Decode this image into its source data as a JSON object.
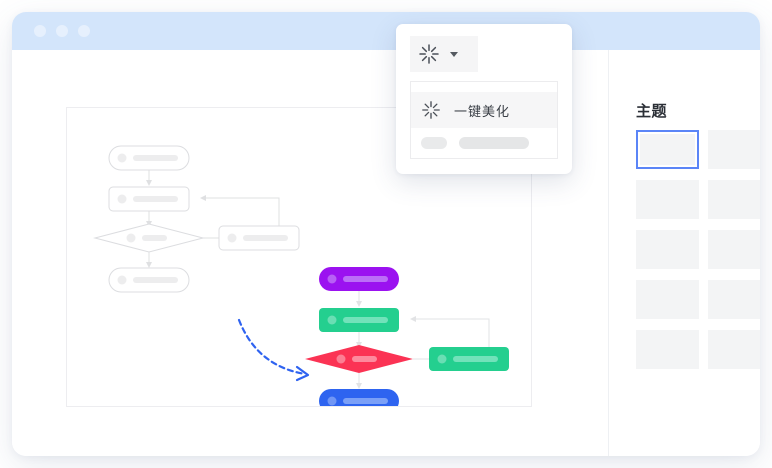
{
  "window": {
    "titlebar_color": "#d3e5fb",
    "traffic_lights": [
      "window-dot-1",
      "window-dot-2",
      "window-dot-3"
    ]
  },
  "float_panel": {
    "tool_button": {
      "icon": "sparkle-icon",
      "caret": "chevron-down-icon"
    },
    "dropdown": {
      "items": [
        {
          "icon": "sparkle-icon",
          "label": "一键美化",
          "selected": true
        }
      ],
      "ghost_rows": 1
    }
  },
  "right_panel": {
    "title": "主题",
    "themes": [
      {
        "id": "theme-1",
        "selected": true
      },
      {
        "id": "theme-2",
        "selected": false
      },
      {
        "id": "theme-3",
        "selected": false
      },
      {
        "id": "theme-4",
        "selected": false
      },
      {
        "id": "theme-5",
        "selected": false
      },
      {
        "id": "theme-6",
        "selected": false
      },
      {
        "id": "theme-7",
        "selected": false
      },
      {
        "id": "theme-8",
        "selected": false
      },
      {
        "id": "theme-9",
        "selected": false
      },
      {
        "id": "theme-10",
        "selected": false
      }
    ],
    "selected_color": "#5b85f7"
  },
  "canvas": {
    "before_flowchart": {
      "style": "plain-gray",
      "node_fill": "#ffffff",
      "node_border": "#dcdde0",
      "placeholder_color": "#ededee",
      "connector_color": "#dfe0e2",
      "nodes": [
        {
          "id": "start",
          "shape": "pill"
        },
        {
          "id": "process-1",
          "shape": "rect"
        },
        {
          "id": "decision",
          "shape": "diamond"
        },
        {
          "id": "end",
          "shape": "pill"
        },
        {
          "id": "process-2",
          "shape": "rect"
        }
      ]
    },
    "after_flowchart": {
      "style": "beautified-color",
      "connector_color": "#e2e3e5",
      "nodes": [
        {
          "id": "start",
          "shape": "pill",
          "color": "#9B12F0"
        },
        {
          "id": "process-1",
          "shape": "rect",
          "color": "#24CF8F"
        },
        {
          "id": "decision",
          "shape": "diamond",
          "color": "#FB3354"
        },
        {
          "id": "end",
          "shape": "pill",
          "color": "#2E64F0"
        },
        {
          "id": "process-2",
          "shape": "rect",
          "color": "#24CF8F"
        }
      ]
    },
    "transform_arrow": {
      "color": "#2F63F0",
      "style": "dashed-curved-arrow"
    }
  }
}
